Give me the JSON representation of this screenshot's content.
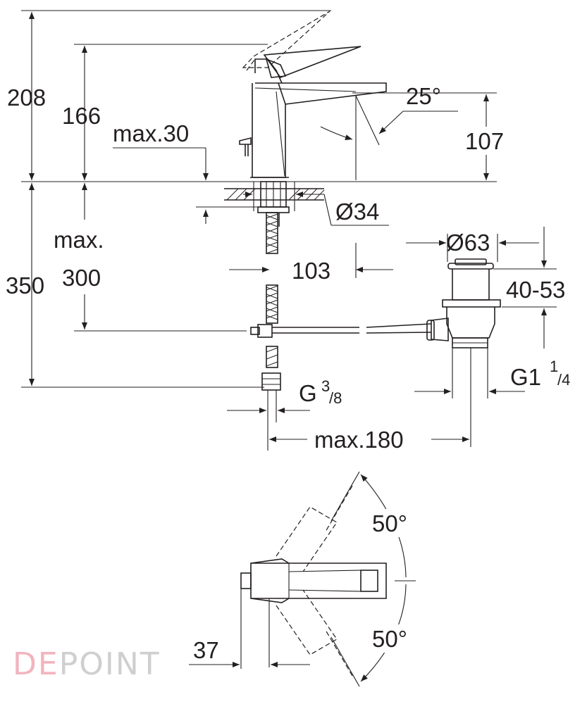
{
  "dimensions": {
    "total_height": "208",
    "body_height": "166",
    "max_30": "max.30",
    "spout_angle": "25°",
    "spout_height": "107",
    "hole_dia": "Ø34",
    "max_label": "max.",
    "d300": "300",
    "d350": "350",
    "d103": "103",
    "waste_dia": "Ø63",
    "range_40_53": "40-53",
    "g38_main": "G",
    "g38_num": "3",
    "g38_den": "/8",
    "g114_main": "G1",
    "g114_num": "1",
    "g114_den": "/4",
    "max_180": "max.180",
    "swivel_top": "50°",
    "swivel_bottom": "50°",
    "d37": "37"
  },
  "watermark": {
    "part1": "DE",
    "part2": "POINT",
    "color1": "#f2b4bf",
    "color2": "#cfcfcf"
  }
}
